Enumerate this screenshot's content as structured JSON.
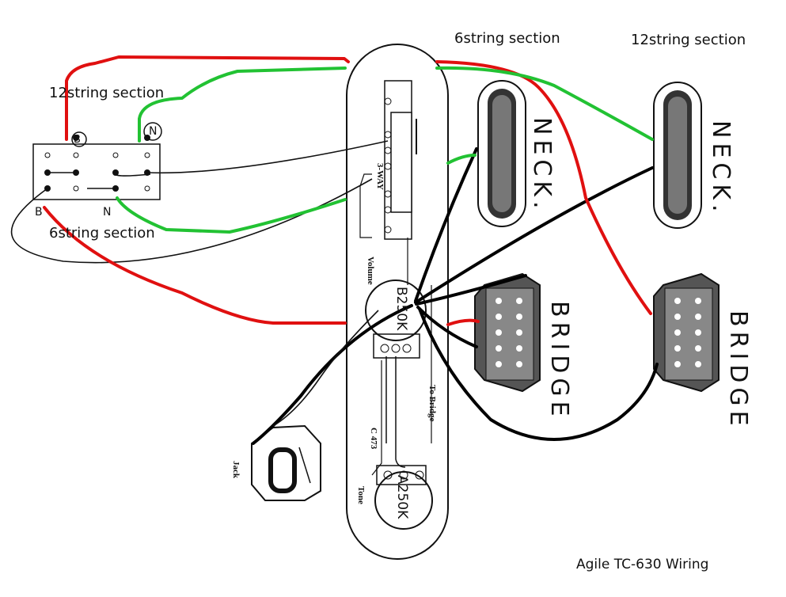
{
  "labels": {
    "six_string_top": "6string section",
    "twelve_string_top": "12string section",
    "twelve_string_left": "12string section",
    "six_string_left": "6string section",
    "caption": "Agile TC-630 Wiring"
  },
  "components": {
    "switch_label": "3-WAY",
    "volume_label": "Volume",
    "volume_pot": "B250K",
    "tone_label": "Tone",
    "tone_pot": "A250K",
    "capacitor": "C 473",
    "to_bridge": "To Bridge",
    "jack": "Jack"
  },
  "pickups": {
    "neck": "NECK.",
    "bridge": "BRIDGE"
  },
  "switch_marks": {
    "b_top": "B",
    "n_top": "N",
    "b_bottom": "B",
    "n_bottom": "N"
  },
  "colors": {
    "red_wire": "#e01010",
    "green_wire": "#22c233",
    "black_wire": "#000000",
    "ink": "#111111"
  }
}
